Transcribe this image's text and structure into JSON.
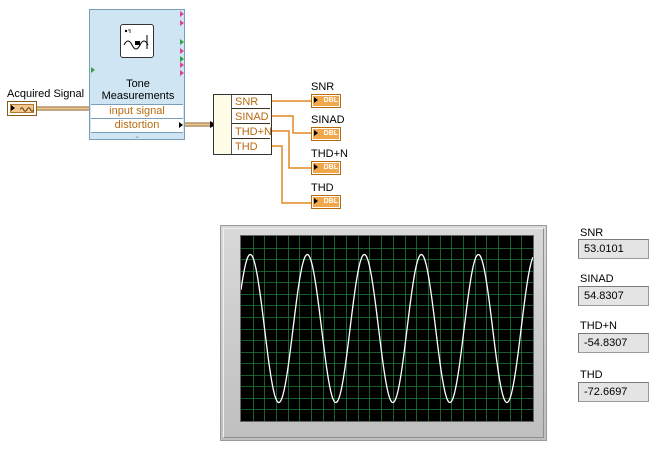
{
  "diagram": {
    "acquired_signal_label": "Acquired Signal",
    "tone_vi": {
      "title_line1": "Tone",
      "title_line2": "Measurements",
      "input_label": "input signal",
      "output_label": "distortion"
    },
    "unbundle_items": [
      "SNR",
      "SINAD",
      "THD+N",
      "THD"
    ],
    "indicators": [
      {
        "label": "SNR",
        "type": "DBL"
      },
      {
        "label": "SINAD",
        "type": "DBL"
      },
      {
        "label": "THD+N",
        "type": "DBL"
      },
      {
        "label": "THD",
        "type": "DBL"
      }
    ],
    "wire_color": "#b86a10"
  },
  "front_panel": {
    "values": [
      {
        "label": "SNR",
        "value": "53.0101"
      },
      {
        "label": "SINAD",
        "value": "54.8307"
      },
      {
        "label": "THD+N",
        "value": "-54.8307"
      },
      {
        "label": "THD",
        "value": "-72.6697"
      }
    ],
    "graph": {
      "background": "#000000",
      "grid_color": "#1f7a3a",
      "trace_color": "#ffffff",
      "cycles": 5
    }
  }
}
